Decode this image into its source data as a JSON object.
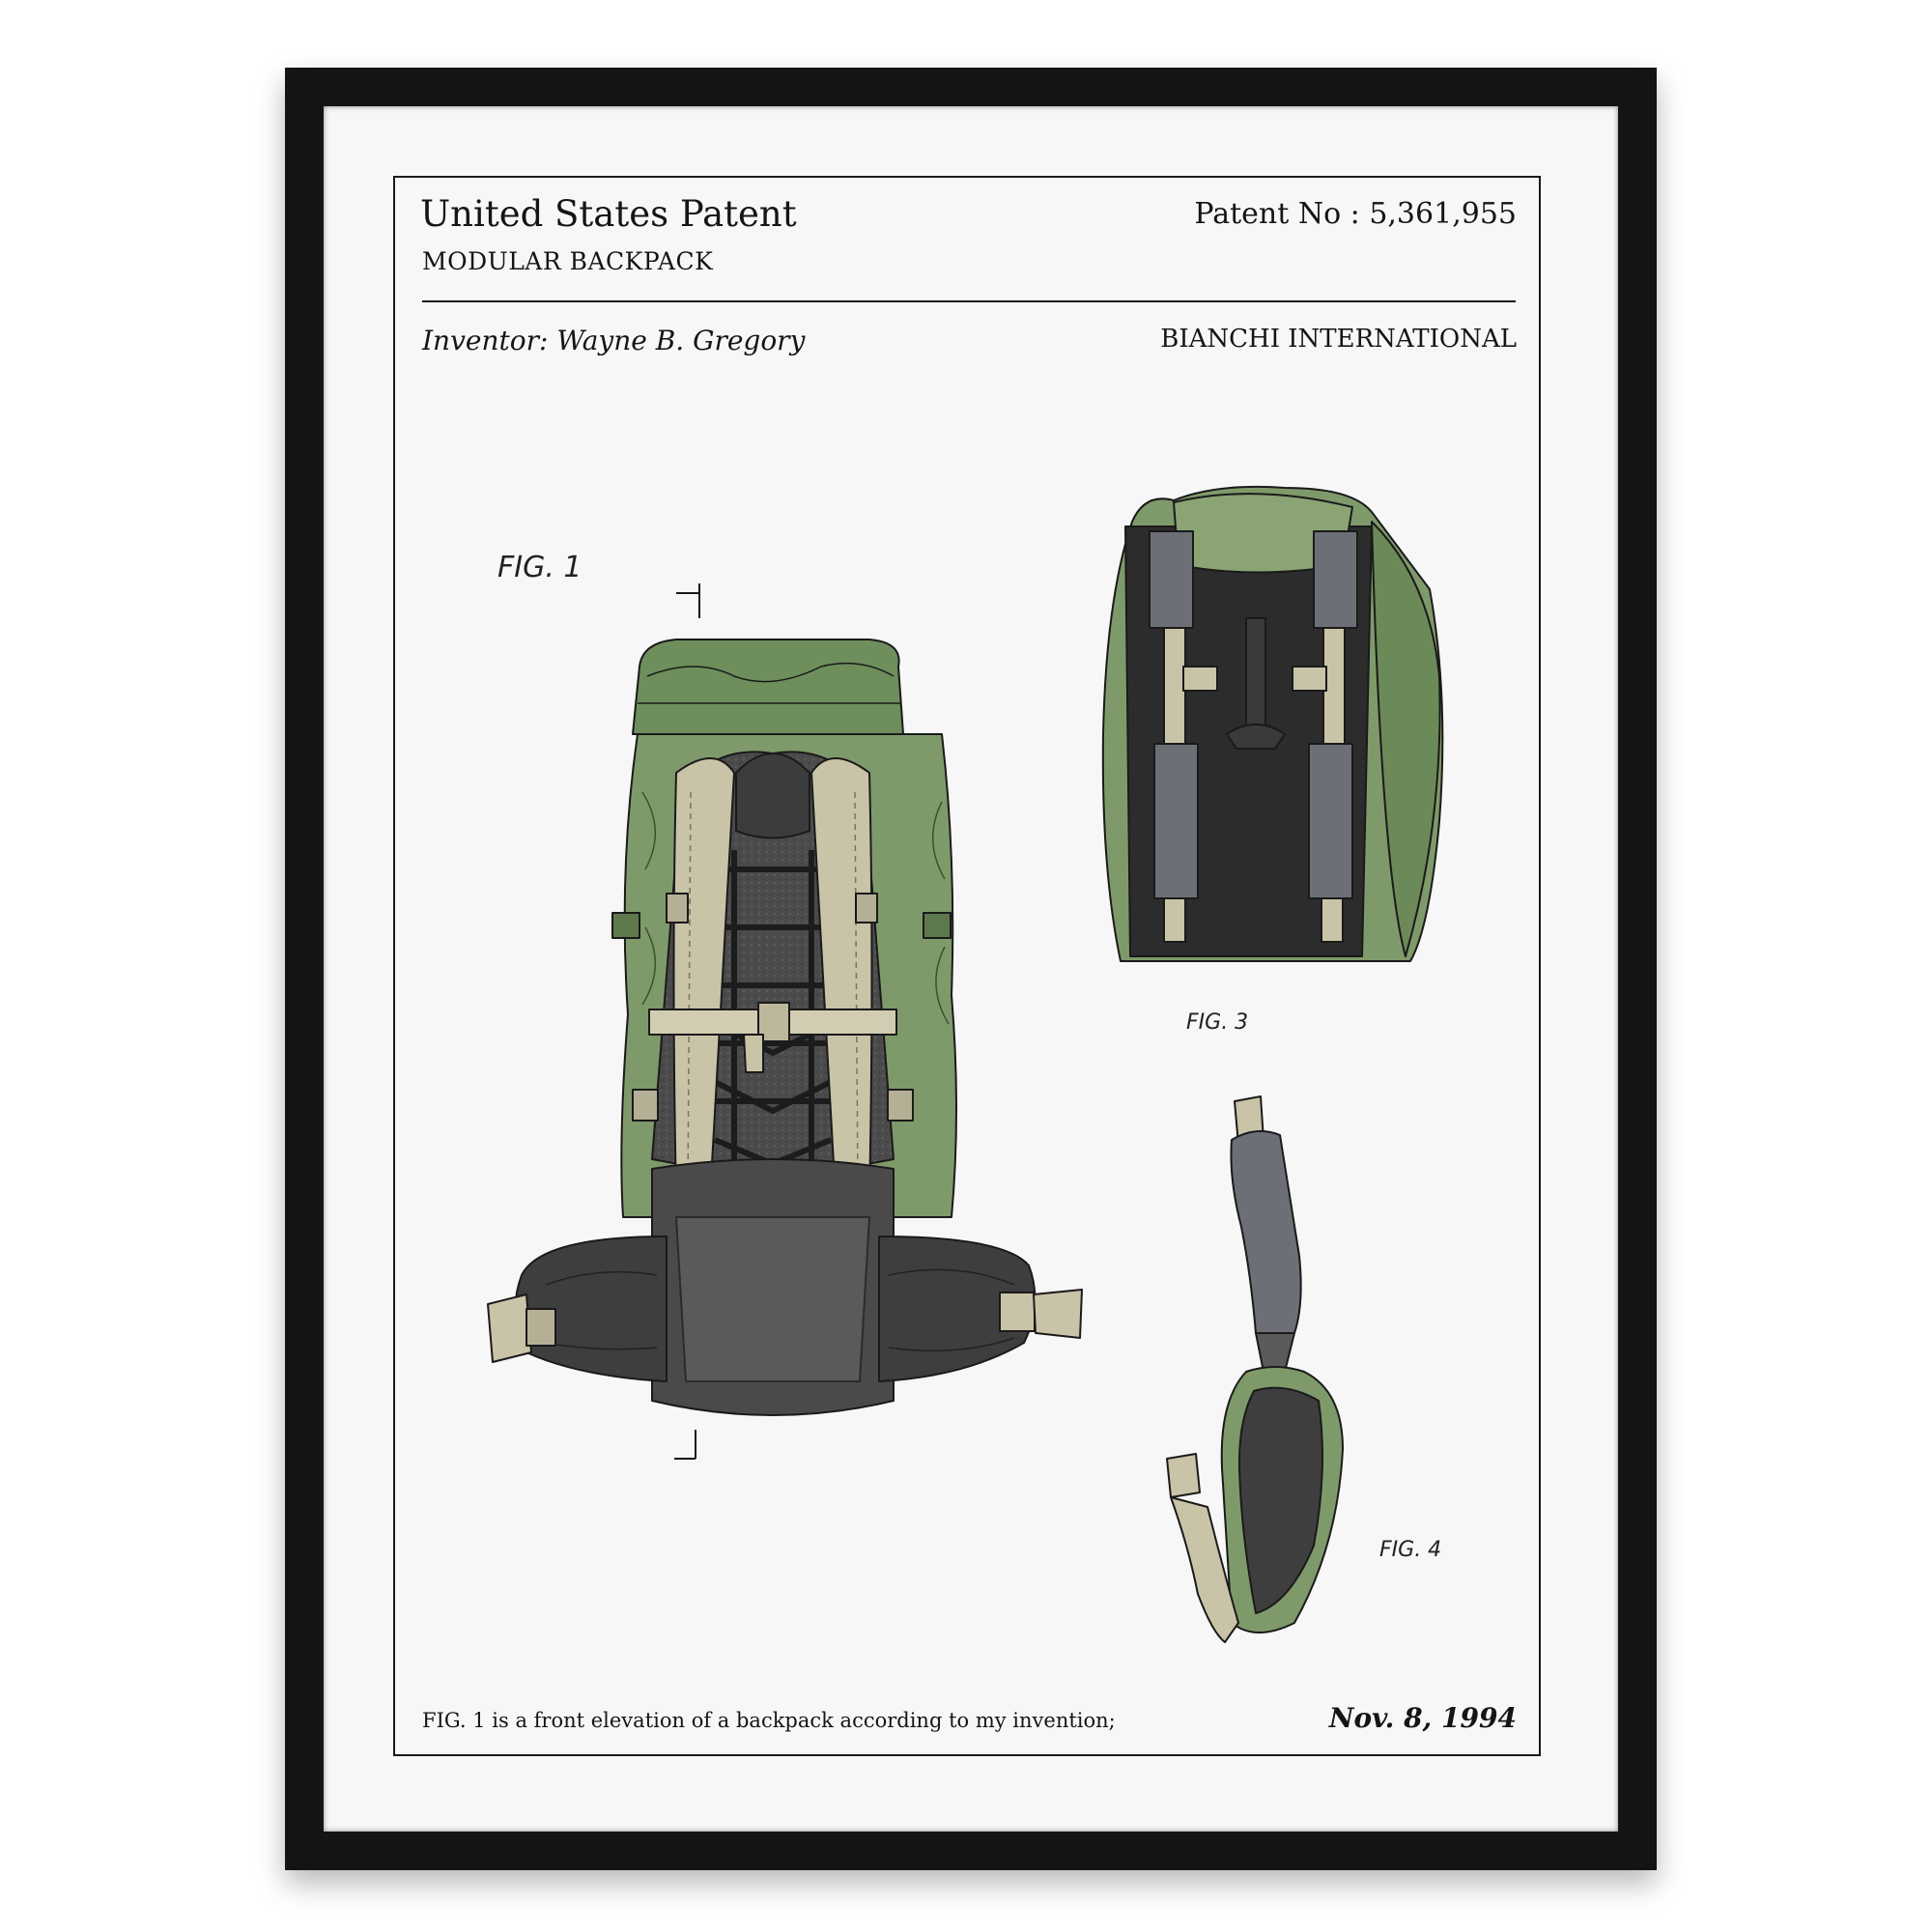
{
  "header": {
    "title": "United States Patent",
    "subtitle": "MODULAR BACKPACK",
    "patent_number": "Patent No : 5,361,955",
    "inventor": "Inventor: Wayne B. Gregory",
    "assignee": "BIANCHI INTERNATIONAL"
  },
  "figures": {
    "fig1_label": "FIG. 1",
    "fig3_label": "FIG. 3",
    "fig4_label": "FIG. 4"
  },
  "footer": {
    "caption": "FIG. 1 is a front elevation of a backpack according to my invention;",
    "date": "Nov. 8, 1994"
  },
  "colors": {
    "frame": "#141414",
    "mat": "#f7f7f7",
    "pack_green": "#7f9a6a",
    "pack_green_dark": "#5e7a4c",
    "frame_dark": "#2e2e2e",
    "strap_tan": "#c9c3a8",
    "pad_gray": "#4a4a4a",
    "slate": "#6c6f76"
  }
}
